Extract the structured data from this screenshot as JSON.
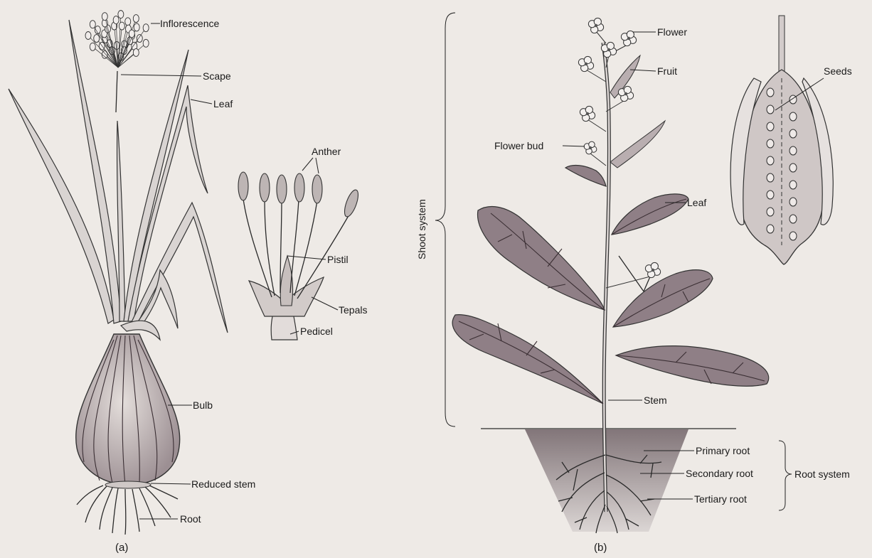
{
  "figure_a": {
    "caption": "(a)",
    "labels": {
      "inflorescence": "Inflorescence",
      "scape": "Scape",
      "leaf": "Leaf",
      "anther": "Anther",
      "pistil": "Pistil",
      "tepals": "Tepals",
      "pedicel": "Pedicel",
      "bulb": "Bulb",
      "reduced_stem": "Reduced stem",
      "root": "Root"
    }
  },
  "figure_b": {
    "caption": "(b)",
    "labels": {
      "flower": "Flower",
      "fruit": "Fruit",
      "seeds": "Seeds",
      "flower_bud": "Flower bud",
      "leaf": "Leaf",
      "stem": "Stem",
      "shoot_system": "Shoot system",
      "primary_root": "Primary root",
      "secondary_root": "Secondary root",
      "tertiary_root": "Tertiary root",
      "root_system": "Root system"
    }
  }
}
